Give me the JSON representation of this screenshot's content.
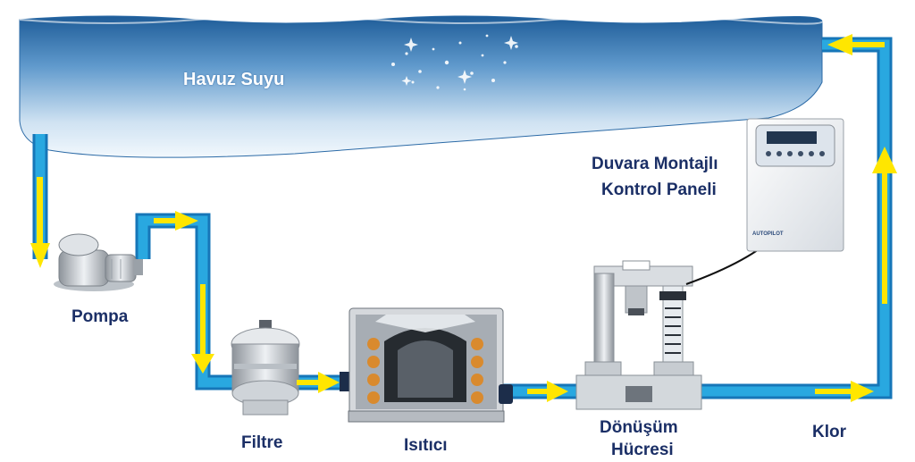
{
  "labels": {
    "pool": "Havuz Suyu",
    "panel_line1": "Duvara Montajlı",
    "panel_line2": "Kontrol Paneli",
    "pump": "Pompa",
    "filter": "Filtre",
    "heater": "Isıtıcı",
    "cell_line1": "Dönüşüm",
    "cell_line2": "Hücresi",
    "chlorine": "Klor"
  },
  "panel_badge": "AUTOPILOT",
  "colors": {
    "pipe": "#29a8e0",
    "pipe_edge": "#1676b8",
    "arrow": "#ffe600",
    "label_dark": "#1b2f66",
    "water_dark": "#1e5c98",
    "water_light": "#f2f8fd"
  },
  "icons": [
    "pump-icon",
    "filter-tank-icon",
    "heater-icon",
    "conversion-cell-icon",
    "control-panel-icon",
    "flow-arrow-icon"
  ]
}
